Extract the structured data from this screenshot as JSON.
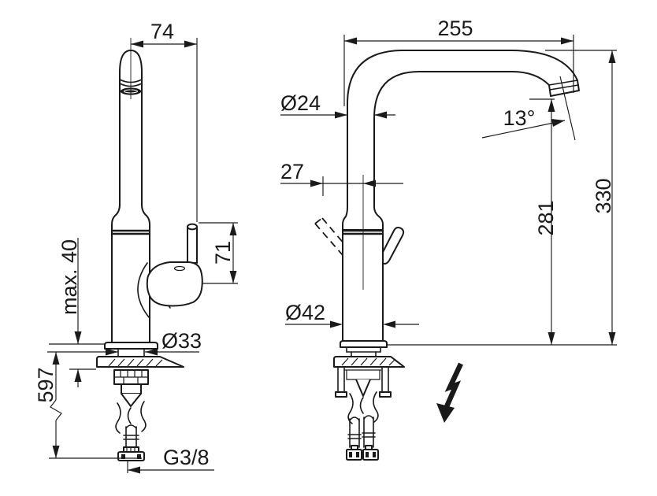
{
  "drawing": {
    "type": "faucet-installation-dimension-drawing",
    "colors": {
      "line": "#1a1a1a",
      "background": "#ffffff"
    },
    "icons": {
      "lightning_bolt": "⚡"
    },
    "dimensions": {
      "side_top_width": "74",
      "spout_reach": "255",
      "spout_tube_diameter": "Ø24",
      "spout_end_angle": "13°",
      "lever_offset": "27",
      "spout_outlet_height": "281",
      "overall_height": "330",
      "lever_height": "71",
      "max_deck_thickness": "max. 40",
      "body_diameter": "Ø42",
      "shank_diameter": "Ø33",
      "hose_length": "597",
      "connection_thread": "G3/8"
    }
  }
}
